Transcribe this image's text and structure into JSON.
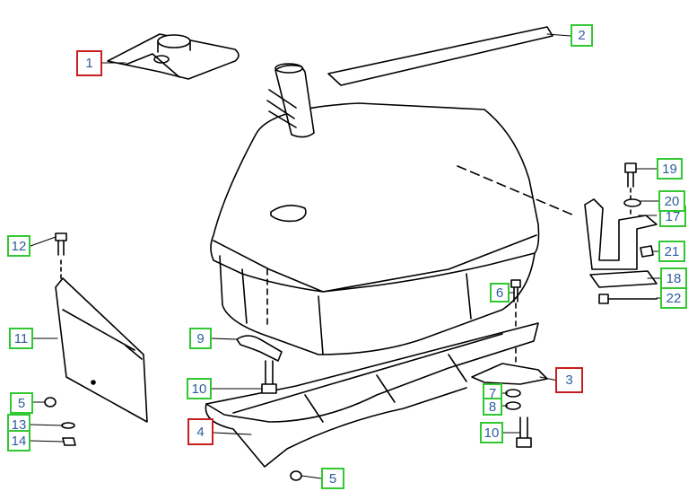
{
  "diagram": {
    "style": "exploded-view parts diagram (fuel tank assembly)",
    "colors": {
      "line": "#000000",
      "callout_text": "#2f5d9e",
      "callout_border": "#32c832",
      "callout_highlight": "#c81e1e"
    },
    "callouts": [
      {
        "id": "1",
        "label": "1",
        "highlight": true
      },
      {
        "id": "2",
        "label": "2",
        "highlight": false
      },
      {
        "id": "3",
        "label": "3",
        "highlight": true
      },
      {
        "id": "4",
        "label": "4",
        "highlight": true
      },
      {
        "id": "5a",
        "label": "5",
        "highlight": false
      },
      {
        "id": "5b",
        "label": "5",
        "highlight": false
      },
      {
        "id": "6",
        "label": "6",
        "highlight": false
      },
      {
        "id": "7",
        "label": "7",
        "highlight": false
      },
      {
        "id": "8",
        "label": "8",
        "highlight": false
      },
      {
        "id": "9",
        "label": "9",
        "highlight": false
      },
      {
        "id": "10a",
        "label": "10",
        "highlight": false
      },
      {
        "id": "10b",
        "label": "10",
        "highlight": false
      },
      {
        "id": "11",
        "label": "11",
        "highlight": false
      },
      {
        "id": "12",
        "label": "12",
        "highlight": false
      },
      {
        "id": "13",
        "label": "13",
        "highlight": false
      },
      {
        "id": "14",
        "label": "14",
        "highlight": false
      },
      {
        "id": "17",
        "label": "17",
        "highlight": false
      },
      {
        "id": "18",
        "label": "18",
        "highlight": false
      },
      {
        "id": "19",
        "label": "19",
        "highlight": false
      },
      {
        "id": "20",
        "label": "20",
        "highlight": false
      },
      {
        "id": "21",
        "label": "21",
        "highlight": false
      },
      {
        "id": "22",
        "label": "22",
        "highlight": false
      }
    ]
  }
}
